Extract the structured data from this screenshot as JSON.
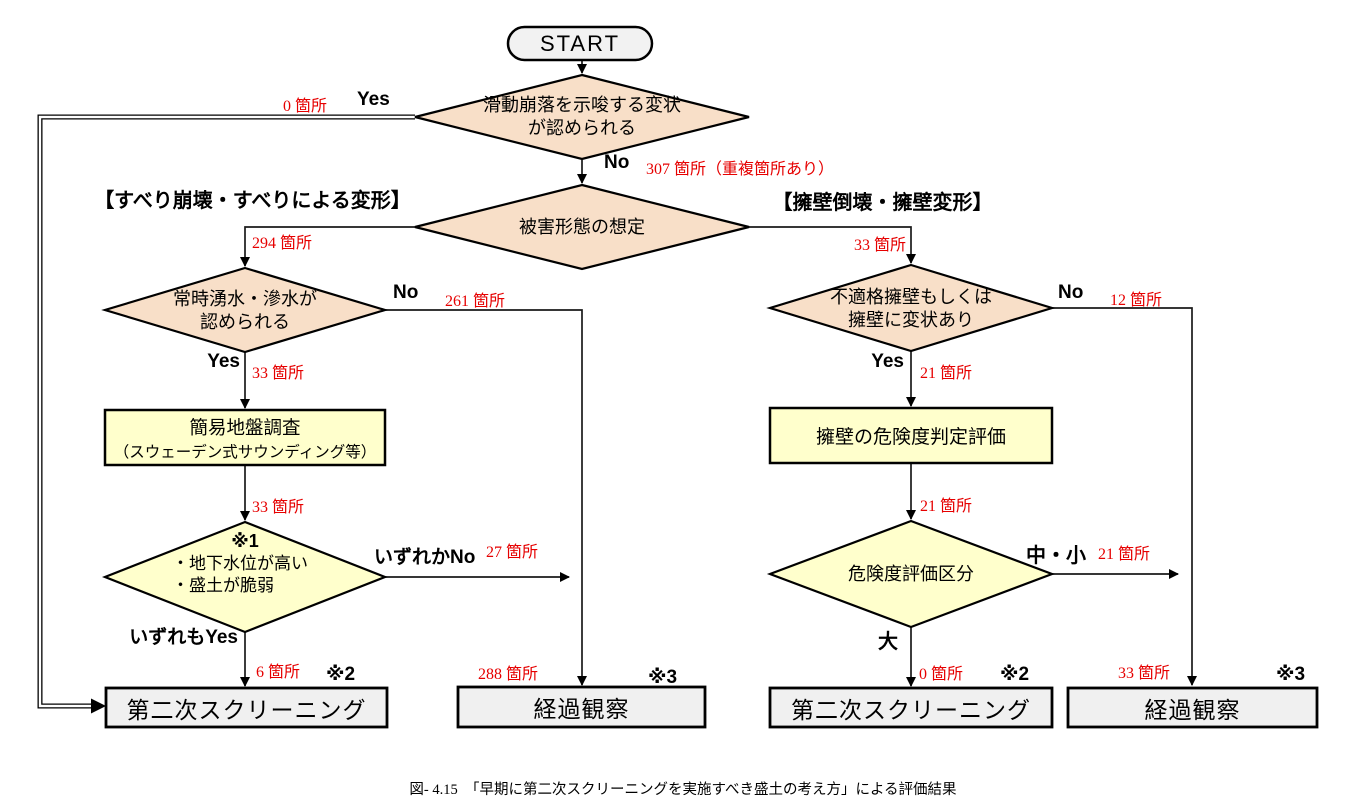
{
  "start": {
    "label": "START"
  },
  "headers": {
    "left": "【すべり崩壊・すべりによる変形】",
    "right": "【擁壁倒壊・擁壁変形】"
  },
  "nodes": {
    "slide_deform": {
      "text": "滑動崩落を示唆する変状\nが認められる"
    },
    "damage_mode": {
      "text": "被害形態の想定"
    },
    "seepage": {
      "text": "常時湧水・滲水が\n認められる"
    },
    "wall_check": {
      "text": "不適格擁壁もしくは\n擁壁に変状あり"
    },
    "ground_survey": {
      "line1": "簡易地盤調査",
      "line2": "（スウェーデン式サウンディング等）"
    },
    "wall_risk_eval": {
      "text": "擁壁の危険度判定評価"
    },
    "criteria": {
      "note": "※1",
      "text": "・地下水位が高い\n・盛土が脆弱"
    },
    "risk_class": {
      "text": "危険度評価区分"
    },
    "screening_left": {
      "text": "第二次スクリーニング",
      "ref": "※2"
    },
    "observation_left": {
      "text": "経過観察",
      "ref": "※3"
    },
    "screening_right": {
      "text": "第二次スクリーニング",
      "ref": "※2"
    },
    "observation_right": {
      "text": "経過観察",
      "ref": "※3"
    }
  },
  "edges": {
    "d1_yes": {
      "label": "Yes",
      "count": "0 箇所"
    },
    "d1_no": {
      "label": "No",
      "count": "307 箇所（重複箇所あり）"
    },
    "to_seepage": {
      "count": "294 箇所"
    },
    "to_wall": {
      "count": "33 箇所"
    },
    "seepage_no": {
      "label": "No",
      "count": "261 箇所"
    },
    "seepage_yes": {
      "label": "Yes",
      "count": "33 箇所"
    },
    "survey_out": {
      "count": "33 箇所"
    },
    "criteria_no": {
      "label": "いずれかNo",
      "count": "27 箇所"
    },
    "criteria_yes": {
      "label": "いずれもYes",
      "count": "6 箇所"
    },
    "obs_left_in": {
      "count": "288 箇所"
    },
    "wall_no": {
      "label": "No",
      "count": "12 箇所"
    },
    "wall_yes": {
      "label": "Yes",
      "count": "21 箇所"
    },
    "risk_in": {
      "count": "21 箇所"
    },
    "risk_midsmall": {
      "label": "中・小",
      "count": "21 箇所"
    },
    "risk_large": {
      "label": "大",
      "count": "0 箇所"
    },
    "obs_right_in": {
      "count": "33 箇所"
    }
  },
  "caption": "図- 4.15　「早期に第二次スクリーニングを実施すべき盛土の考え方」による評価結果",
  "colors": {
    "decision_fill": "#F8DFC8",
    "action_fill": "#FFFFCC",
    "result_fill": "#F0F0F0",
    "count_red": "#E60000",
    "line": "#1A1A1A"
  }
}
